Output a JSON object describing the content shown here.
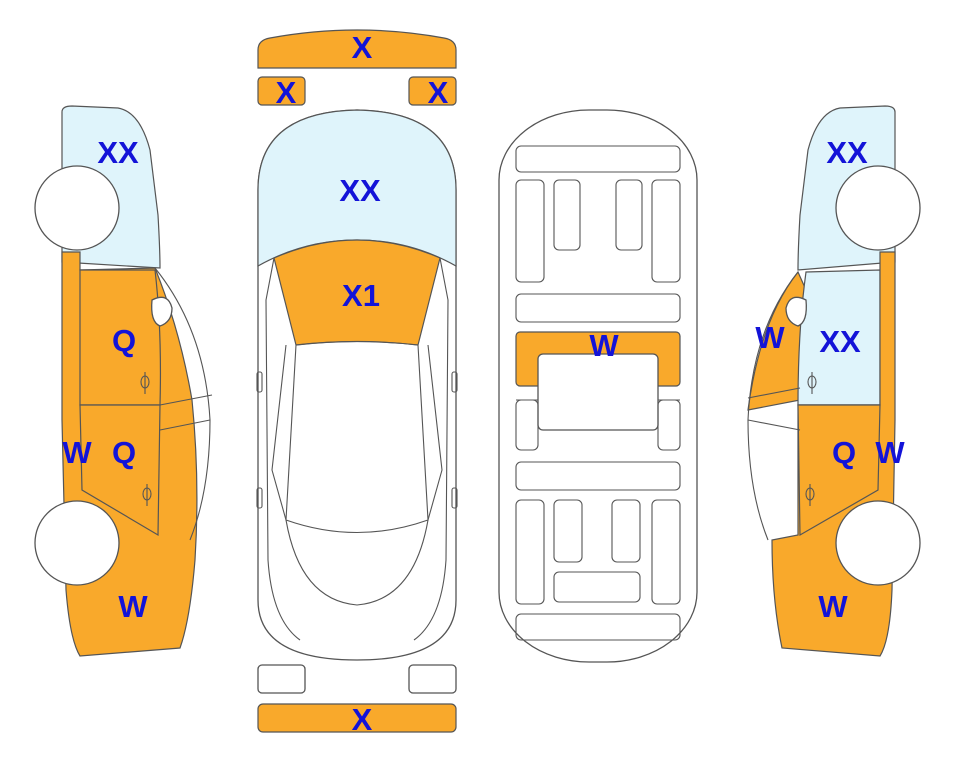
{
  "colors": {
    "damage": "#f9a92b",
    "glass": "#dff4fb",
    "outline": "#555555",
    "label": "#1313d8"
  },
  "labels": {
    "front_bumper": "X",
    "left_headlight": "X",
    "right_headlight": "X",
    "windshield": "XX",
    "hood": "X1",
    "rear_bumper": "X",
    "underbody_bar": "W",
    "left_windows": "XX",
    "left_front_door": "Q",
    "left_rear_door": "Q",
    "left_sill": "W",
    "left_rear_quarter": "W",
    "right_windows": "XX",
    "right_pillar": "W",
    "right_rear_window": "XX",
    "right_rear_door": "Q",
    "right_sill": "W",
    "right_rear_quarter": "W"
  }
}
